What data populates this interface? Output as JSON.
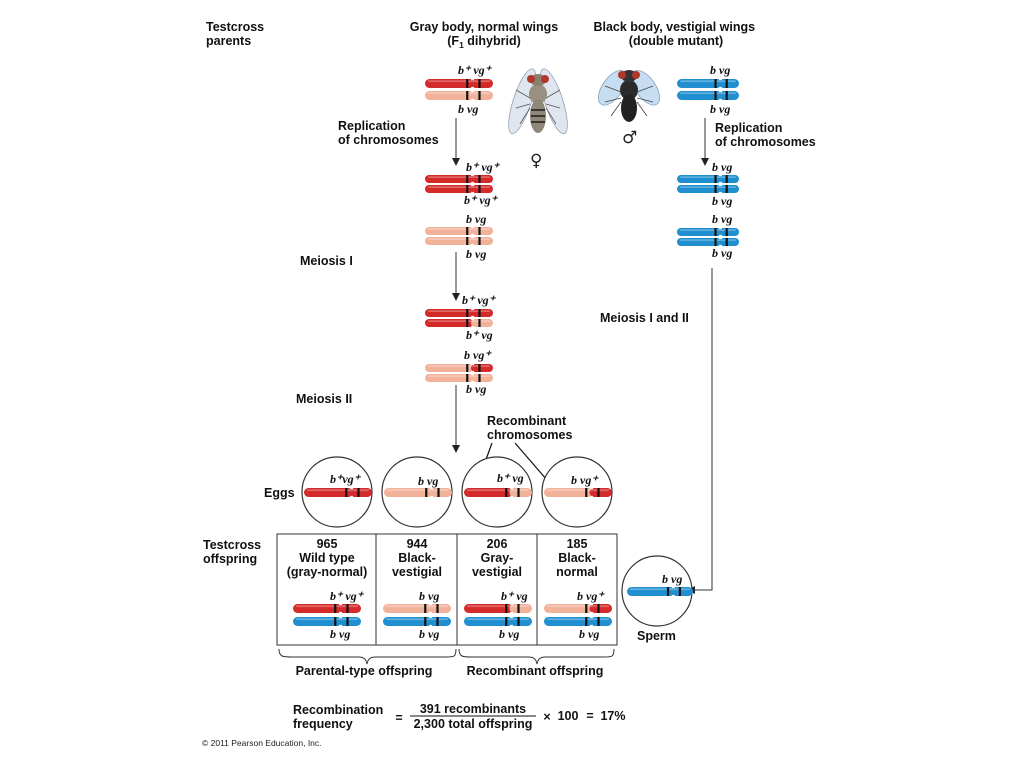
{
  "labels": {
    "testcross_parents": [
      "Testcross",
      "parents"
    ],
    "female_parent": [
      "Gray body, normal wings",
      "(F",
      "1",
      " dihybrid)"
    ],
    "male_parent": [
      "Black body, vestigial wings",
      "(double mutant)"
    ],
    "replication_left": [
      "Replication",
      "of chromosomes"
    ],
    "replication_right": [
      "Replication",
      "of chromosomes"
    ],
    "meiosis_1": "Meiosis I",
    "meiosis_2": "Meiosis II",
    "meiosis_1_2": "Meiosis I and II",
    "recombinant_chromosomes": [
      "Recombinant",
      "chromosomes"
    ],
    "eggs": "Eggs",
    "testcross_offspring": [
      "Testcross",
      "offspring"
    ],
    "sperm": "Sperm",
    "parental_type_offspring": "Parental-type offspring",
    "recombinant_offspring": "Recombinant offspring",
    "female_symbol": "♀",
    "male_symbol": "♂"
  },
  "alleles": {
    "wild": "b⁺  vg⁺",
    "mutant": "b  vg",
    "b_plus_vg": "b⁺  vg",
    "b_vg_plus": "b  vg⁺",
    "egg_wild": "b⁺vg⁺"
  },
  "offspring": [
    {
      "count": "965",
      "line1": "Wild type",
      "line2": "(gray-normal)"
    },
    {
      "count": "944",
      "line1": "Black-",
      "line2": "vestigial"
    },
    {
      "count": "206",
      "line1": "Gray-",
      "line2": "vestigial"
    },
    {
      "count": "185",
      "line1": "Black-",
      "line2": "normal"
    }
  ],
  "formula": {
    "lhs": [
      "Recombination",
      "frequency"
    ],
    "equals": "=",
    "numerator": "391 recombinants",
    "denominator": "2,300 total offspring",
    "times": "×",
    "factor": "100",
    "equals2": "=",
    "result": "17%"
  },
  "copyright": "© 2011 Pearson Education, Inc.",
  "colors": {
    "wild_red": "#d42a2a",
    "mutant_pink": "#f2b29a",
    "mutant_blue": "#1f8fd0",
    "band": "#111111"
  }
}
